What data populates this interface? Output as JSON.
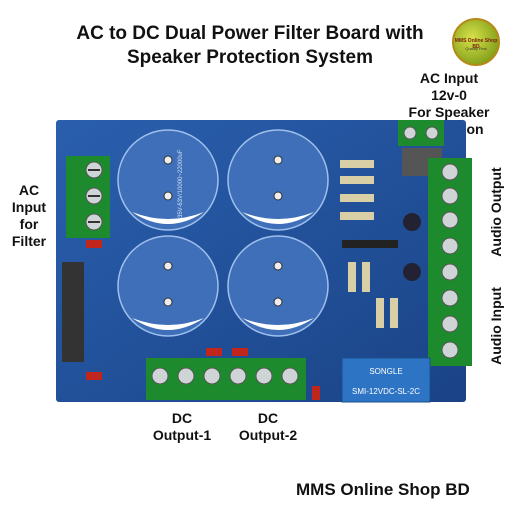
{
  "title_line1": "AC to DC Dual Power Filter Board with",
  "title_line2": "Speaker Protection System",
  "logo": {
    "name": "MMS Online Shop BD",
    "tagline": "Quality First"
  },
  "labels": {
    "ac_input_speaker": [
      "AC Input",
      "12v-0",
      "For Speaker Protection"
    ],
    "ac_input_filter": [
      "AC",
      "Input",
      "for",
      "Filter"
    ],
    "audio_output": "Audio Output",
    "audio_input": "Audio Input",
    "dc_output_1": [
      "DC",
      "Output-1"
    ],
    "dc_output_2": [
      "DC",
      "Output-2"
    ]
  },
  "capacitor_text": "35V-63V/10000~22000uF",
  "relay_text": [
    "SONGLE",
    "SMI-12VDC-SL-2C"
  ],
  "footer": "MMS Online Shop BD",
  "colors": {
    "board": "#1f4f9a",
    "terminal": "#1e8a2e",
    "relay": "#2e74c4",
    "text": "#111111"
  }
}
